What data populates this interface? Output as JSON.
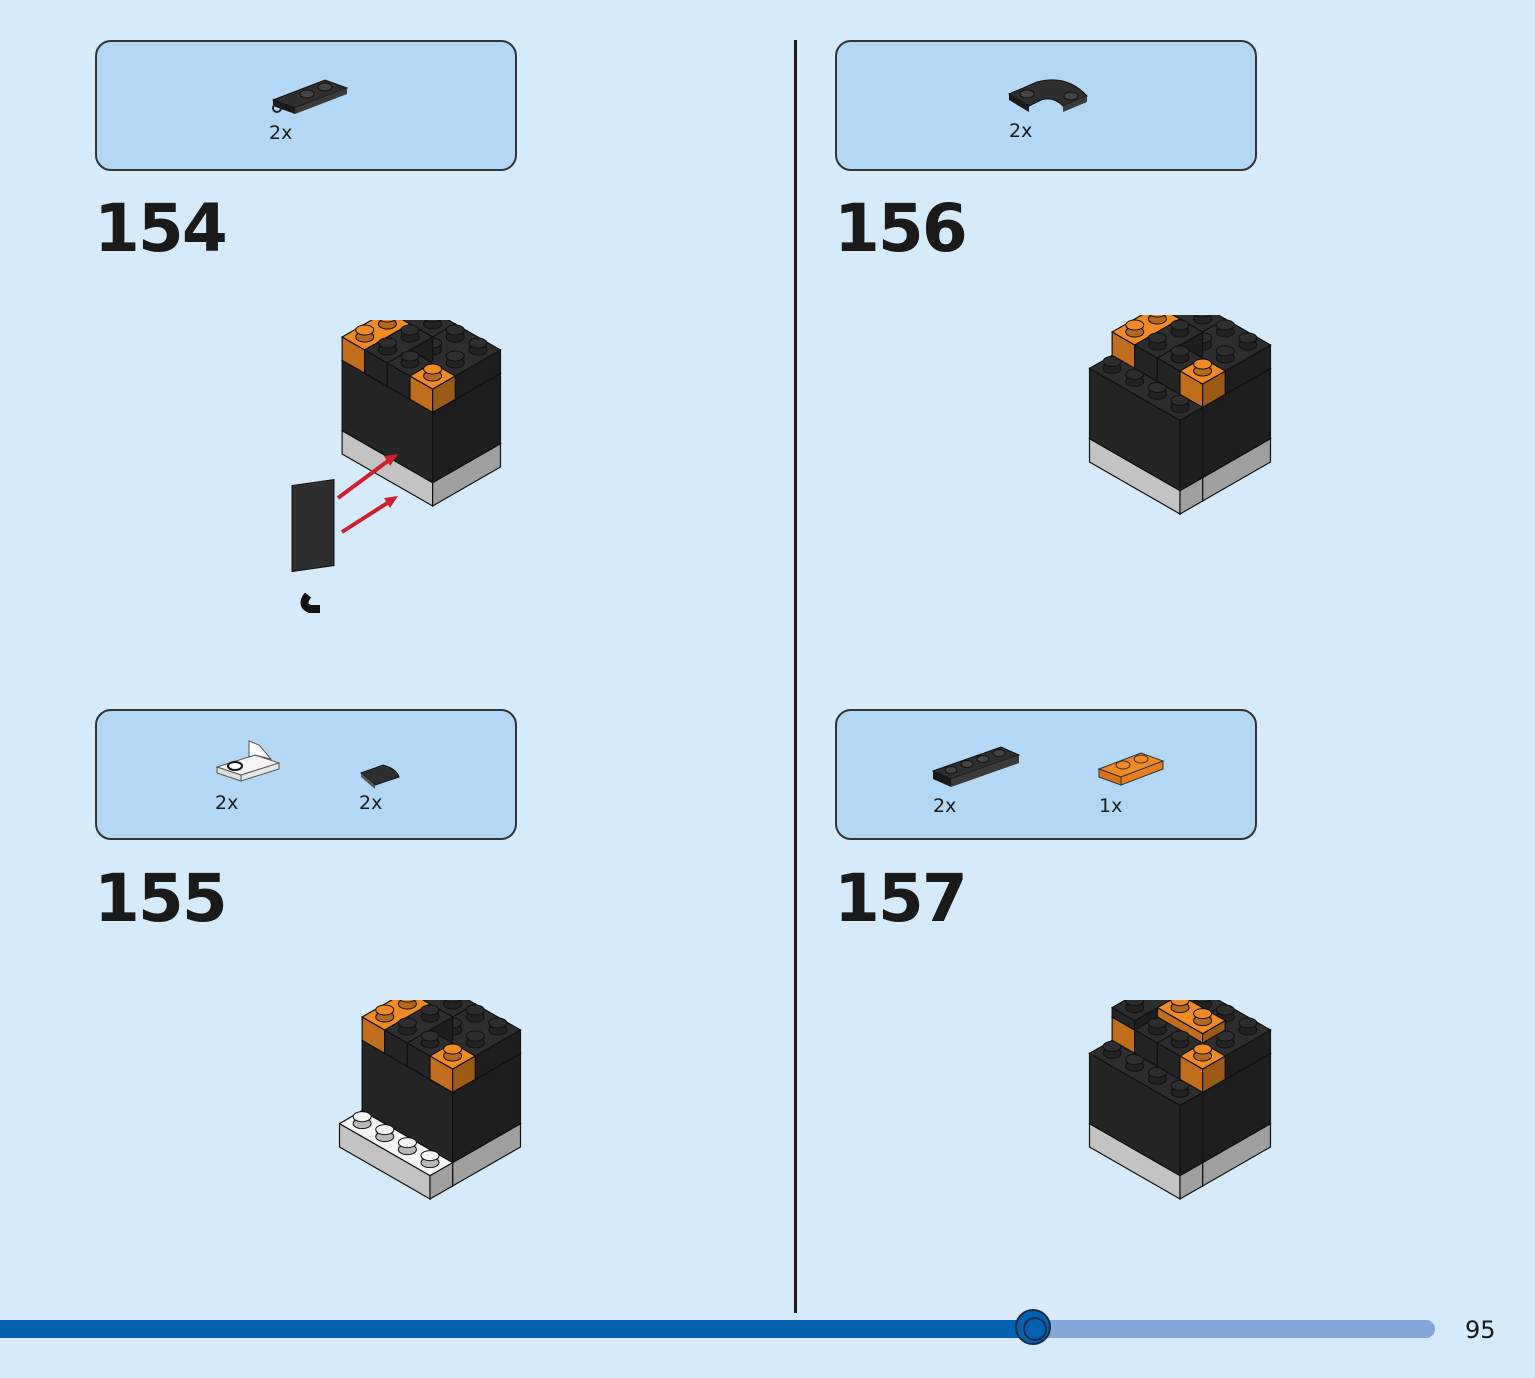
{
  "page_number": "95",
  "progress": {
    "fraction": 0.72
  },
  "steps": [
    {
      "number": "154",
      "parts": [
        {
          "name": "plate-with-clip",
          "qty": "2x"
        }
      ]
    },
    {
      "number": "155",
      "parts": [
        {
          "name": "white-bracket-plate",
          "qty": "2x"
        },
        {
          "name": "black-quarter-round-tile",
          "qty": "2x"
        }
      ]
    },
    {
      "number": "156",
      "parts": [
        {
          "name": "black-corner-plate",
          "qty": "2x"
        }
      ]
    },
    {
      "number": "157",
      "parts": [
        {
          "name": "black-plate-1x4",
          "qty": "2x"
        },
        {
          "name": "orange-plate-1x2",
          "qty": "1x"
        }
      ]
    }
  ],
  "colors": {
    "background": "#d5ebfb",
    "parts_box": "#b3d8f5",
    "progress_fill": "#0061b0",
    "progress_track": "#84a6d9",
    "brick_black": "#2e2e2e",
    "brick_orange": "#f08a24",
    "brick_white": "#f4f4f4",
    "arrow_red": "#d0202e"
  }
}
